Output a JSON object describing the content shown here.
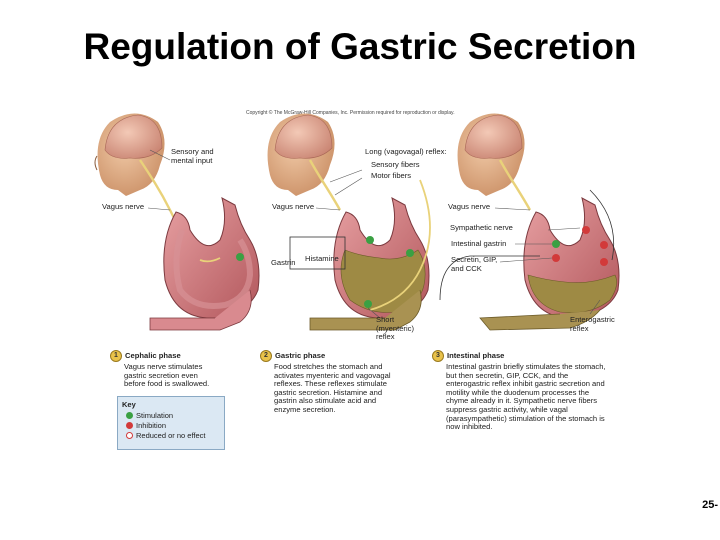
{
  "title": "Regulation of Gastric Secretion",
  "copyright": "Copyright © The McGraw-Hill Companies, Inc. Permission required for reproduction or display.",
  "labels": {
    "sensory": "Sensory and\nmental input",
    "vagus1": "Vagus nerve",
    "vagus2": "Vagus nerve",
    "vagus3": "Vagus nerve",
    "long_reflex": "Long (vagovagal) reflex:",
    "sensory_fibers": "Sensory fibers",
    "motor_fibers": "Motor fibers",
    "histamine": "Histamine",
    "gastrin": "Gastrin",
    "short_reflex": "Short\n(myenteric)\nreflex",
    "sympathetic": "Sympathetic nerve",
    "intestinal_gastrin": "Intestinal gastrin",
    "secretin": "Secretin, GIP,\nand CCK",
    "enterogastric": "Enterogastric\nreflex"
  },
  "phases": [
    {
      "num": "1",
      "title": "Cephalic phase",
      "text": "Vagus nerve stimulates\ngastric secretion even\nbefore food is swallowed."
    },
    {
      "num": "2",
      "title": "Gastric phase",
      "text": "Food stretches the stomach and\nactivates myenteric and vagovagal\nreflexes. These reflexes stimulate\ngastric secretion. Histamine and\ngastrin also stimulate acid and\nenzyme secretion."
    },
    {
      "num": "3",
      "title": "Intestinal phase",
      "text": "Intestinal gastrin briefly stimulates the stomach,\nbut then secretin, GIP, CCK, and the\nenterogastric reflex inhibit gastric secretion and\nmotility while the duodenum processes the\nchyme already in it. Sympathetic nerve fibers\nsuppress gastric activity, while vagal\n(parasympathetic) stimulation of the stomach is\nnow inhibited."
    }
  ],
  "key": {
    "title": "Key",
    "items": [
      {
        "label": "Stimulation",
        "color": "#3aa043"
      },
      {
        "label": "Inhibition",
        "color": "#d23a3a"
      },
      {
        "label": "Reduced or no effect",
        "color": "#d23a3a"
      }
    ]
  },
  "page_number": "25-"
}
